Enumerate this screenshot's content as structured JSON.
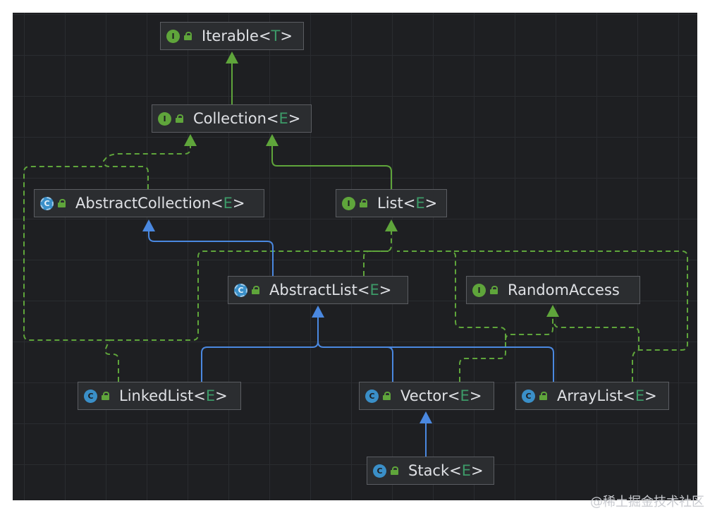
{
  "nodes": {
    "iterable": {
      "name": "Iterable",
      "type_param": "T",
      "kind": "interface",
      "badge": "I"
    },
    "collection": {
      "name": "Collection",
      "type_param": "E",
      "kind": "interface",
      "badge": "I"
    },
    "abstract_collection": {
      "name": "AbstractCollection",
      "type_param": "E",
      "kind": "abstract-class",
      "badge": "C"
    },
    "list": {
      "name": "List",
      "type_param": "E",
      "kind": "interface",
      "badge": "I"
    },
    "abstract_list": {
      "name": "AbstractList",
      "type_param": "E",
      "kind": "abstract-class",
      "badge": "C"
    },
    "random_access": {
      "name": "RandomAccess",
      "type_param": "",
      "kind": "interface",
      "badge": "I"
    },
    "linked_list": {
      "name": "LinkedList",
      "type_param": "E",
      "kind": "class",
      "badge": "C"
    },
    "vector": {
      "name": "Vector",
      "type_param": "E",
      "kind": "class",
      "badge": "C"
    },
    "array_list": {
      "name": "ArrayList",
      "type_param": "E",
      "kind": "class",
      "badge": "C"
    },
    "stack": {
      "name": "Stack",
      "type_param": "E",
      "kind": "class",
      "badge": "C"
    }
  },
  "generic_brackets": {
    "open": "<",
    "close": ">"
  },
  "watermark": "@稀土掘金技术社区",
  "colors": {
    "canvas_bg": "#1e1f22",
    "node_bg": "#2b2d30",
    "implements_edge": "#5fa53b",
    "extends_edge": "#4a88e0",
    "type_param": "#3d9a68"
  },
  "relations": [
    {
      "from": "collection",
      "to": "iterable",
      "kind": "interface-extends"
    },
    {
      "from": "list",
      "to": "collection",
      "kind": "interface-extends"
    },
    {
      "from": "abstract_collection",
      "to": "collection",
      "kind": "implements"
    },
    {
      "from": "abstract_list",
      "to": "abstract_collection",
      "kind": "extends"
    },
    {
      "from": "abstract_list",
      "to": "list",
      "kind": "implements"
    },
    {
      "from": "linked_list",
      "to": "abstract_list",
      "kind": "extends"
    },
    {
      "from": "vector",
      "to": "abstract_list",
      "kind": "extends"
    },
    {
      "from": "array_list",
      "to": "abstract_list",
      "kind": "extends"
    },
    {
      "from": "linked_list",
      "to": "list",
      "kind": "implements"
    },
    {
      "from": "vector",
      "to": "list",
      "kind": "implements"
    },
    {
      "from": "array_list",
      "to": "list",
      "kind": "implements"
    },
    {
      "from": "vector",
      "to": "random_access",
      "kind": "implements"
    },
    {
      "from": "array_list",
      "to": "random_access",
      "kind": "implements"
    },
    {
      "from": "stack",
      "to": "vector",
      "kind": "extends"
    }
  ]
}
